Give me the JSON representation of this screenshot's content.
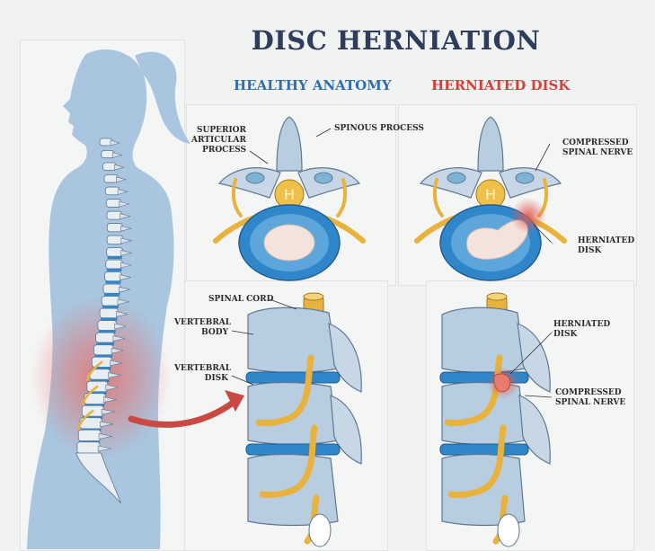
{
  "title": "DISC HERNIATION",
  "subheadings": {
    "healthy": "HEALTHY ANATOMY",
    "herniated": "HERNIATED DISK"
  },
  "top_labels": {
    "superior_articular_process": [
      "SUPERIOR",
      "ARTICULAR",
      "PROCESS"
    ],
    "spinous_process": "SPINOUS PROCESS",
    "compressed_spinal_nerve": [
      "COMPRESSED",
      "SPINAL NERVE"
    ],
    "herniated_disk": [
      "HERNIATED",
      "DISK"
    ]
  },
  "bottom_labels": {
    "spinal_cord": "SPINAL CORD",
    "vertebral_body": [
      "VERTEBRAL",
      "BODY"
    ],
    "vertebral_disk": [
      "VERTEBRAL",
      "DISK"
    ],
    "herniated_disk": [
      "HERNIATED",
      "DISK"
    ],
    "compressed_spinal_nerve": [
      "COMPRESSED",
      "SPINAL NERVE"
    ]
  },
  "colors": {
    "title": "#2c3e5c",
    "healthy": "#2f6fb0",
    "herniated": "#d5413a",
    "body_silhouette": "#a9c5df",
    "bone": "#b9cde0",
    "disc_blue": "#2f86c8",
    "nerve": "#e8b33c",
    "inflammation": "#e8706a",
    "arrow": "#c94a42"
  }
}
